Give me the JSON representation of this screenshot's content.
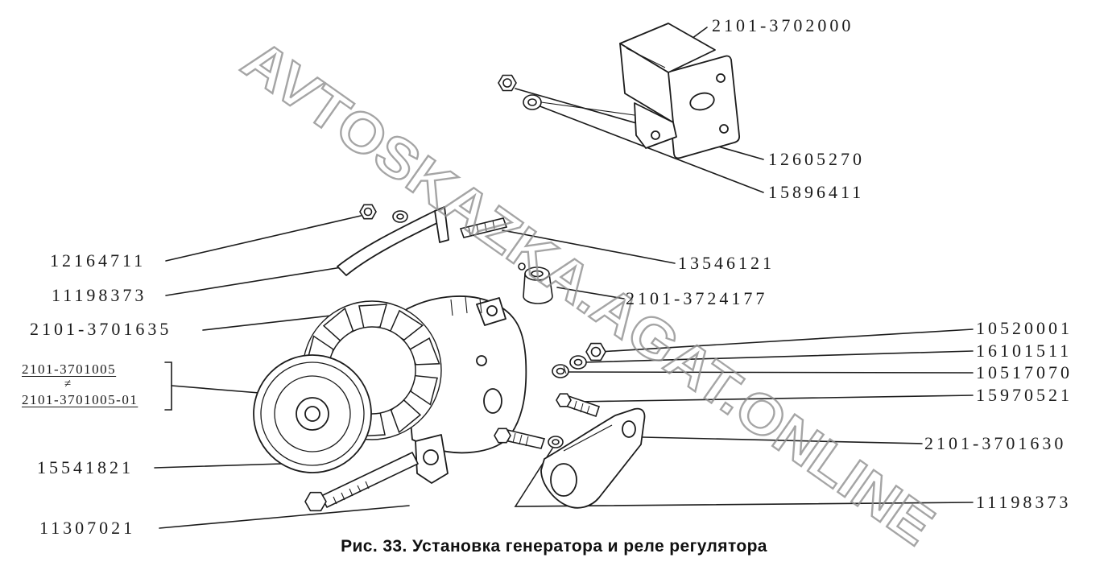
{
  "figure": {
    "caption": "Рис. 33. Установка генератора и реле регулятора",
    "watermark": "AVTOSKAZKA.AGAT.ONLINE"
  },
  "colors": {
    "ink": "#1c1c1c",
    "watermark": "#8f8f8f",
    "background": "#ffffff"
  },
  "labels": {
    "p2101_3702000": "2101-3702000",
    "p12605270": "12605270",
    "p15896411": "15896411",
    "p12164711": "12164711",
    "p11198373": "11198373",
    "p13546121": "13546121",
    "p2101_3724177": "2101-3724177",
    "p2101_3701635": "2101-3701635",
    "p10520001": "10520001",
    "p16101511": "16101511",
    "p10517070": "10517070",
    "p15970521": "15970521",
    "p2101_3701005": "2101-3701005",
    "neq": "≠",
    "p2101_3701005_01": "2101-3701005-01",
    "p2101_3701630": "2101-3701630",
    "p15541821": "15541821",
    "p11307021": "11307021"
  }
}
